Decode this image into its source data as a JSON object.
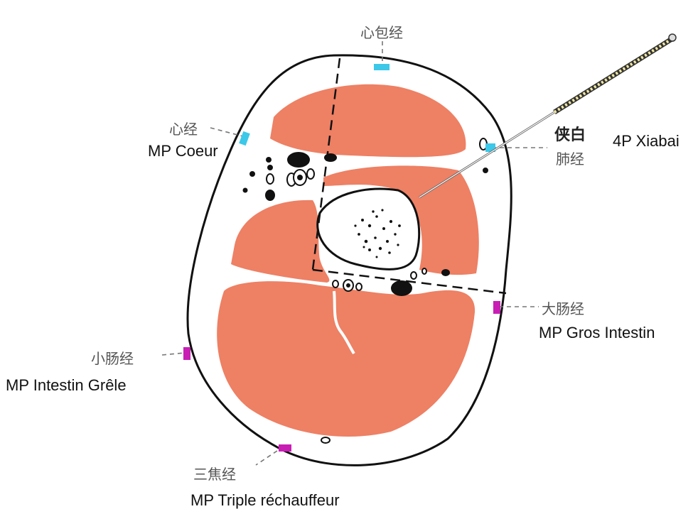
{
  "labels": {
    "pericardium_cn": "心包经",
    "heart_cn": "心经",
    "heart_fr": "MP Coeur",
    "point_cn": "侠白",
    "point_fr": "4P Xiabai",
    "lung_cn": "肺经",
    "large_intestine_cn": "大肠经",
    "large_intestine_fr": "MP Gros Intestin",
    "small_intestine_cn": "小肠经",
    "small_intestine_fr": "MP Intestin Grêle",
    "triple_heater_cn": "三焦经",
    "triple_heater_fr": "MP Triple réchauffeur"
  },
  "colors": {
    "muscle": "#ee8064",
    "outline": "#111111",
    "cyan_marker": "#3cc8e8",
    "magenta_marker": "#c81eb4"
  }
}
